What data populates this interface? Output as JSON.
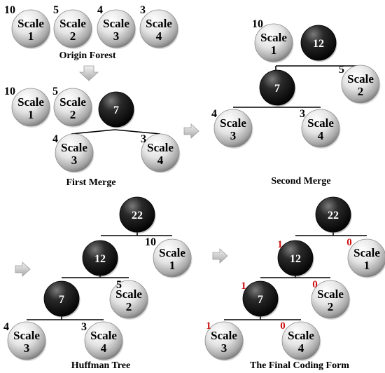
{
  "colors": {
    "leaf_text": "#000000",
    "internal_text": "#ffffff",
    "code_bit": "#cc1111",
    "edge": "#000000",
    "arrow": "#c9c9c9"
  },
  "icons": {
    "next_step_arrow": "gray-3d-arrow-icon"
  },
  "captions": {
    "origin_forest": "Origin Forest",
    "first_merge": "First Merge",
    "second_merge": "Second Merge",
    "huffman_tree": "Huffman Tree",
    "final_coding_form": "The Final Coding Form"
  },
  "panels": {
    "origin_forest": {
      "leaves": [
        {
          "label": "Scale",
          "index": "1",
          "weight": "10"
        },
        {
          "label": "Scale",
          "index": "2",
          "weight": "5"
        },
        {
          "label": "Scale",
          "index": "3",
          "weight": "4"
        },
        {
          "label": "Scale",
          "index": "4",
          "weight": "3"
        }
      ]
    },
    "first_merge": {
      "leaves": [
        {
          "label": "Scale",
          "index": "1",
          "weight": "10"
        },
        {
          "label": "Scale",
          "index": "2",
          "weight": "5"
        },
        {
          "label": "Scale",
          "index": "3",
          "weight": "4"
        },
        {
          "label": "Scale",
          "index": "4",
          "weight": "3"
        }
      ],
      "internal_nodes": [
        "7"
      ]
    },
    "second_merge": {
      "leaves": [
        {
          "label": "Scale",
          "index": "1",
          "weight": "10"
        },
        {
          "label": "Scale",
          "index": "2",
          "weight": "5"
        },
        {
          "label": "Scale",
          "index": "3",
          "weight": "4"
        },
        {
          "label": "Scale",
          "index": "4",
          "weight": "3"
        }
      ],
      "internal_nodes": [
        "12",
        "7"
      ]
    },
    "huffman_tree": {
      "leaves": [
        {
          "label": "Scale",
          "index": "1",
          "weight": "10"
        },
        {
          "label": "Scale",
          "index": "2",
          "weight": "5"
        },
        {
          "label": "Scale",
          "index": "3",
          "weight": "4"
        },
        {
          "label": "Scale",
          "index": "4",
          "weight": "3"
        }
      ],
      "internal_nodes": [
        "22",
        "12",
        "7"
      ]
    },
    "final_coding_form": {
      "leaves": [
        {
          "label": "Scale",
          "index": "1",
          "bit": "0"
        },
        {
          "label": "Scale",
          "index": "2",
          "bit": "0"
        },
        {
          "label": "Scale",
          "index": "3",
          "bit": "1"
        },
        {
          "label": "Scale",
          "index": "4",
          "bit": "0"
        }
      ],
      "internal_nodes": [
        {
          "value": "22"
        },
        {
          "value": "12",
          "bit": "1"
        },
        {
          "value": "7",
          "bit": "1"
        }
      ]
    }
  }
}
